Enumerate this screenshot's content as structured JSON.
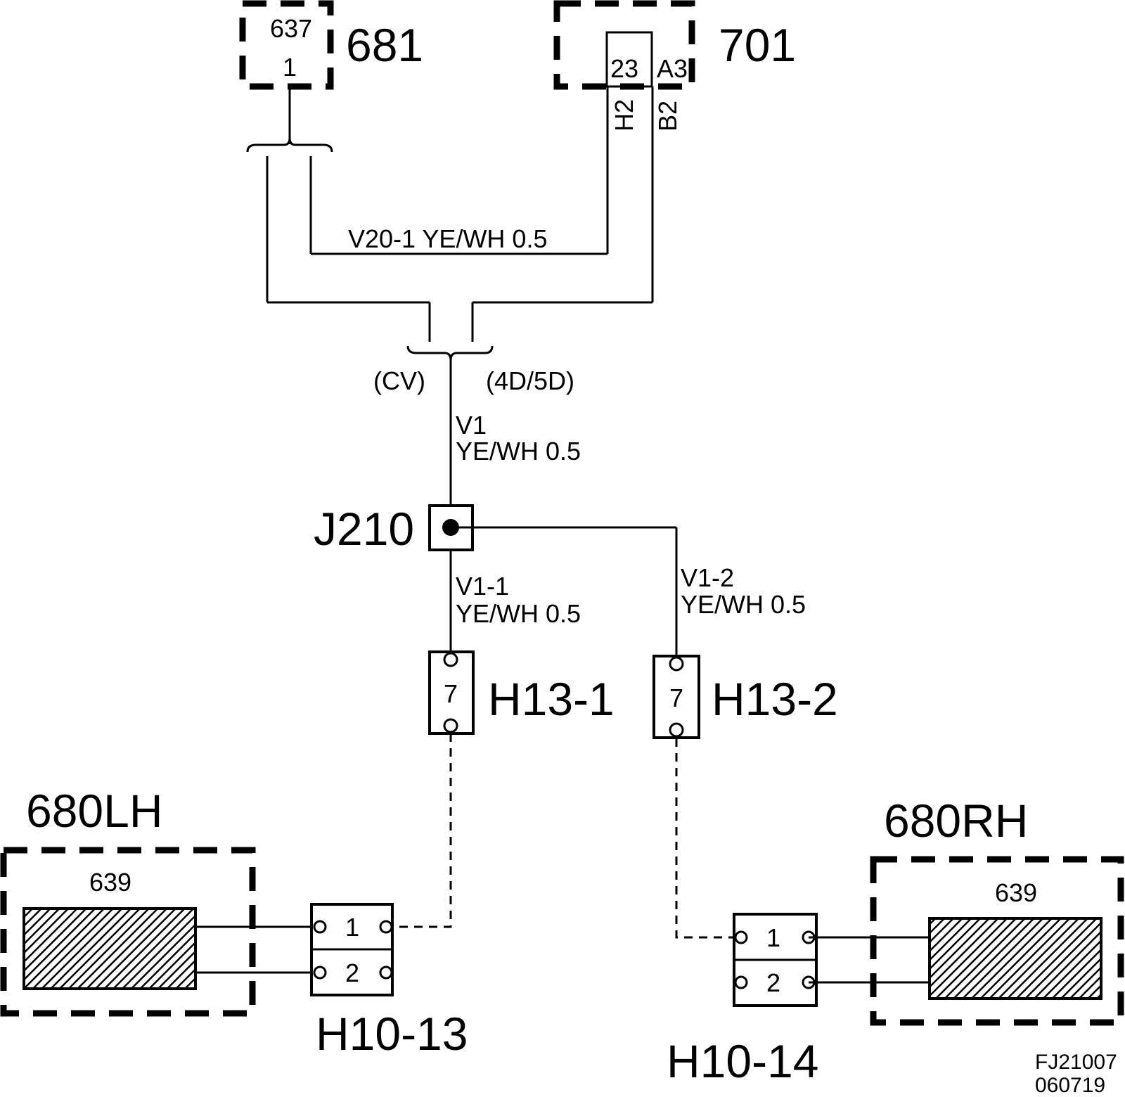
{
  "components": {
    "c681": {
      "label": "681",
      "pin_top": "637",
      "pin_bottom": "1"
    },
    "c701": {
      "label": "701",
      "pin_left": "23",
      "pin_right": "A3",
      "wire_left": "H2",
      "wire_right": "B2"
    },
    "j210": {
      "label": "J210"
    },
    "h13_1": {
      "label": "H13-1",
      "pin": "7"
    },
    "h13_2": {
      "label": "H13-2",
      "pin": "7"
    },
    "lh": {
      "label": "680LH",
      "inner": "639"
    },
    "rh": {
      "label": "680RH",
      "inner": "639"
    },
    "h10_13": {
      "label": "H10-13",
      "pin1": "1",
      "pin2": "2"
    },
    "h10_14": {
      "label": "H10-14",
      "pin1": "1",
      "pin2": "2"
    }
  },
  "wires": {
    "v20_1": "V20-1  YE/WH  0.5",
    "cv": "(CV)",
    "d45": "(4D/5D)",
    "v1_id": "V1",
    "v1_spec": "YE/WH  0.5",
    "v1_1_id": "V1-1",
    "v1_1_spec": "YE/WH  0.5",
    "v1_2_id": "V1-2",
    "v1_2_spec": "YE/WH  0.5"
  },
  "footer": {
    "code": "FJ21007",
    "date": "060719"
  }
}
